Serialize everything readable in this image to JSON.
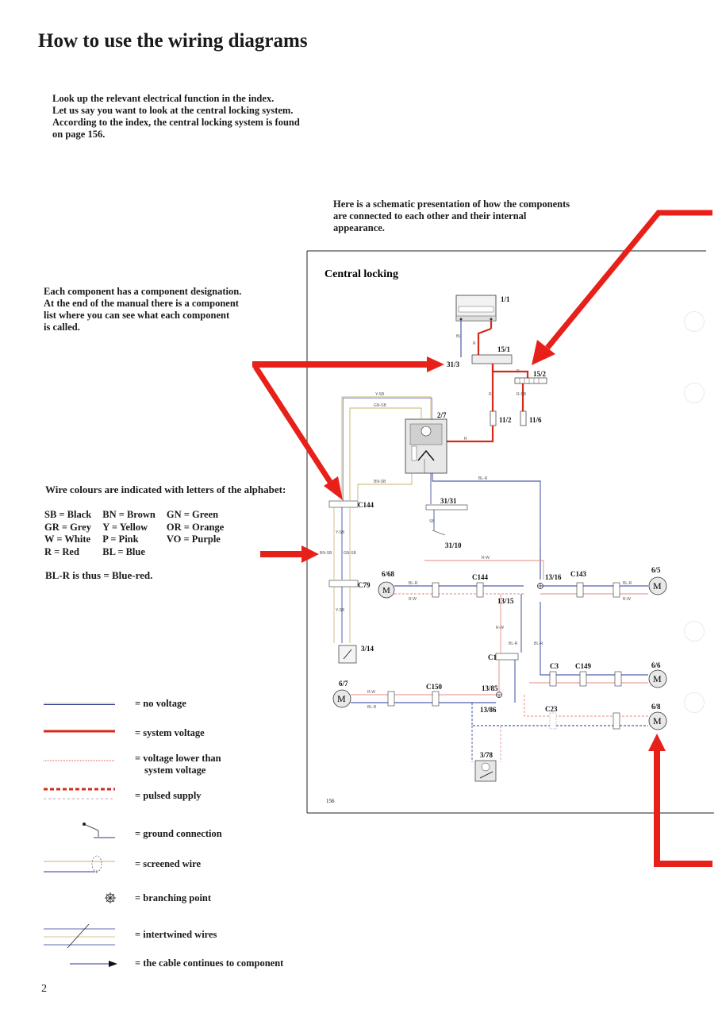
{
  "title": "How to use the wiring diagrams",
  "intro": [
    "Look up the relevant electrical function in the index.",
    "Let us say you want to look at the central locking system.",
    "According to the index, the central locking system is found",
    "on page 156."
  ],
  "schematic_note": [
    "Here is a schematic presentation of how the components",
    "are connected to each other and their internal",
    "appearance."
  ],
  "designation_note": [
    "Each component has a component designation.",
    "At the end of the manual there is a component",
    "list where you can see what each component",
    "is called."
  ],
  "wire_colours_heading": "Wire colours are indicated with letters of the alphabet:",
  "colour_codes": [
    [
      "SB = Black",
      "BN = Brown",
      "GN = Green"
    ],
    [
      "GR = Grey",
      "Y = Yellow",
      "OR = Orange"
    ],
    [
      "W = White",
      "P = Pink",
      "VO = Purple"
    ],
    [
      "R = Red",
      "BL = Blue",
      ""
    ]
  ],
  "example": "BL-R is thus = Blue-red.",
  "legend": [
    {
      "label": "= no voltage",
      "label2": ""
    },
    {
      "label": "= system voltage",
      "label2": ""
    },
    {
      "label": "= voltage lower than",
      "label2": "system voltage"
    },
    {
      "label": "= pulsed supply",
      "label2": ""
    },
    {
      "label": "= ground connection",
      "label2": ""
    },
    {
      "label": "= screened wire",
      "label2": ""
    },
    {
      "label": "= branching point",
      "label2": ""
    },
    {
      "label": "= intertwined wires",
      "label2": ""
    },
    {
      "label": "= the cable continues to component",
      "label2": ""
    }
  ],
  "diagram": {
    "title": "Central locking",
    "page_number": "156",
    "components": {
      "c1_1": "1/1",
      "c15_1": "15/1",
      "c15_2": "15/2",
      "c31_3": "31/3",
      "c2_7": "2/7",
      "c11_2": "11/2",
      "c11_6": "11/6",
      "c31_31": "31/31",
      "c31_10": "31/10",
      "c144a": "C144",
      "c79": "C79",
      "c3_14": "3/14",
      "c6_68": "6/68",
      "c144b": "C144",
      "c13_16": "13/16",
      "c143": "C143",
      "c6_5": "6/5",
      "c13_15": "13/15",
      "c1": "C1",
      "c3": "C3",
      "c149": "C149",
      "c6_6": "6/6",
      "c6_7": "6/7",
      "c150": "C150",
      "c13_85": "13/85",
      "c13_86": "13/86",
      "c23": "C23",
      "c6_8": "6/8",
      "c3_78": "3/78",
      "motor": "M"
    },
    "wires": {
      "ysb": "Y-SB",
      "gnsb": "GN-SB",
      "bnsb": "BN-SB",
      "blr": "BL-R",
      "rw": "R-W",
      "r": "R",
      "rsb": "R-SB",
      "sb": "SB",
      "bl": "BL"
    }
  },
  "page_number": "2",
  "colors": {
    "arrow_red": "#e8201a",
    "system_voltage": "#d42a1a",
    "no_voltage_a": "#c8b070",
    "no_voltage_b": "#2a3a9a"
  }
}
